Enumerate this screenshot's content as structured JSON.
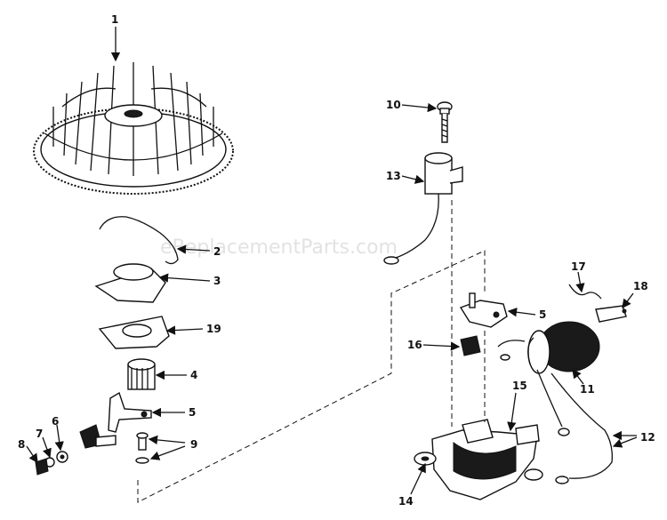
{
  "watermark": "eReplacementParts.com",
  "callouts": {
    "c1": "1",
    "c2": "2",
    "c3": "3",
    "c4": "4",
    "c5a": "5",
    "c5b": "5",
    "c6": "6",
    "c7": "7",
    "c8": "8",
    "c9": "9",
    "c10": "10",
    "c11": "11",
    "c12": "12",
    "c13": "13",
    "c14": "14",
    "c15": "15",
    "c16": "16",
    "c17": "17",
    "c18": "18",
    "c19": "19"
  }
}
